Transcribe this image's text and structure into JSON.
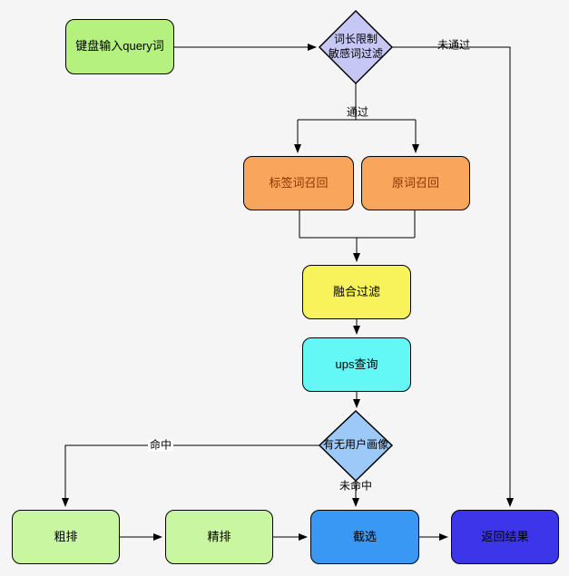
{
  "canvas": {
    "background": "#f5f5f6",
    "line_color": "#000000"
  },
  "nodes": {
    "input_query": {
      "label": "键盘输入query词",
      "fill": "#b5f17e",
      "text_color": "#000000"
    },
    "filter_decision": {
      "label": "词长限制\n敏感词过滤",
      "fill": "#c7c7f6",
      "text_color": "#000000"
    },
    "tag_recall": {
      "label": "标签词召回",
      "fill": "#f9a55b",
      "text_color": "#8c3500"
    },
    "origin_recall": {
      "label": "原词召回",
      "fill": "#f9a55b",
      "text_color": "#8c3500"
    },
    "fusion_filter": {
      "label": "融合过滤",
      "fill": "#f8f25b",
      "text_color": "#000000"
    },
    "ups_query": {
      "label": "ups查询",
      "fill": "#63f8f6",
      "text_color": "#000000"
    },
    "profile_decision": {
      "label": "有无用户画像",
      "fill": "#9cc9f8",
      "text_color": "#000000"
    },
    "rough_rank": {
      "label": "粗排",
      "fill": "#c9f6a1",
      "text_color": "#000000"
    },
    "fine_rank": {
      "label": "精排",
      "fill": "#c9f6a1",
      "text_color": "#000000"
    },
    "truncate_select": {
      "label": "截选",
      "fill": "#3898f4",
      "text_color": "#000000"
    },
    "return_result": {
      "label": "返回结果",
      "fill": "#3c35e9",
      "text_color": "#000000"
    }
  },
  "edge_labels": {
    "pass": "通过",
    "not_pass": "未通过",
    "hit": "命中",
    "miss": "未命中"
  }
}
